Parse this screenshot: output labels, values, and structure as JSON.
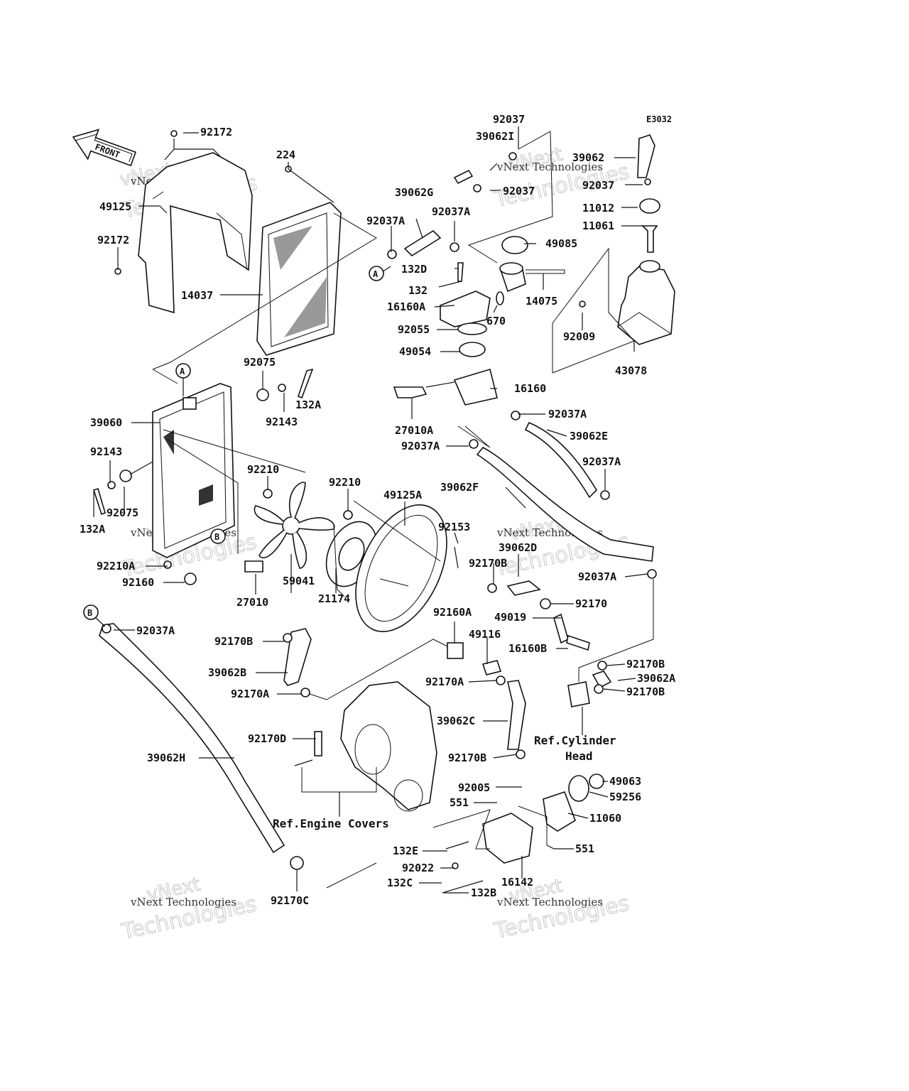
{
  "diagram": {
    "code": "E3032",
    "front_label": "FRONT",
    "refs": {
      "A": "A",
      "B": "B"
    },
    "notes": {
      "cylinder_head_1": "Ref.Cylinder",
      "cylinder_head_2": "Head",
      "engine_covers": "Ref.Engine Covers"
    },
    "watermark": {
      "small": "vNext Technologies",
      "big": "Technologies",
      "vnext": "vNext"
    },
    "labels": [
      "92172",
      "224",
      "92037",
      "39062I",
      "39062",
      "92037",
      "92037",
      "11012",
      "39062G",
      "92037A",
      "92037A",
      "11061",
      "49085",
      "132D",
      "132",
      "16160A",
      "14075",
      "670",
      "92055",
      "49054",
      "49125",
      "92172",
      "14037",
      "92009",
      "43078",
      "92075",
      "132A",
      "16160",
      "39060",
      "92143",
      "92143",
      "27010A",
      "92037A",
      "39062E",
      "92037A",
      "92075",
      "132A",
      "92210",
      "92210",
      "49125A",
      "39062F",
      "92037A",
      "92153",
      "39062D",
      "92210A",
      "92160",
      "27010",
      "59041",
      "21174",
      "92170B",
      "92037A",
      "92170",
      "49019",
      "92160A",
      "49116",
      "16160B",
      "92037A",
      "92170B",
      "39062B",
      "92170A",
      "92170A",
      "92170B",
      "39062A",
      "92170B",
      "39062C",
      "92170D",
      "92170B",
      "39062H",
      "92005",
      "49063",
      "59256",
      "551",
      "11060",
      "551",
      "132E",
      "92022",
      "132C",
      "16142",
      "132B",
      "92170C"
    ]
  }
}
